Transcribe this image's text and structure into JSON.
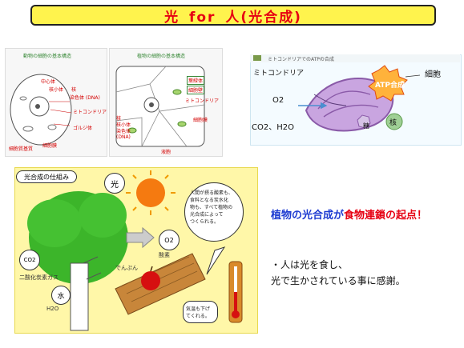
{
  "title": {
    "kanji_light": "光",
    "for": "for",
    "kanji_person": "人",
    "paren": "(光合成)"
  },
  "animal_cell": {
    "heading": "動物の細胞の基本構造",
    "labels": {
      "centrosome": "中心体",
      "nucleolus": "核小体",
      "nucleus": "核",
      "chromosome": "染色体 (DNA)",
      "mitochondria": "ミトコンドリア",
      "golgi": "ゴルジ体",
      "membrane": "細胞膜",
      "cytoplasm": "細胞質基質"
    }
  },
  "plant_cell": {
    "heading": "植物の細胞の基本構造",
    "labels": {
      "chloroplast": "葉緑体",
      "cell_wall": "細胞壁",
      "mitochondria": "ミトコンドリア",
      "nucleus": "核",
      "nucleolus": "核小体",
      "chromosome": "染色体 (DNA)",
      "membrane": "細胞膜",
      "vacuole": "液胞"
    }
  },
  "mitochondria_figure": {
    "caption": "ミトコンドリアでのATPの合成",
    "mitochondria": "ミトコンドリア",
    "cell": "細胞",
    "atp": "ATP合成",
    "o2": "O2",
    "co2_h2o": "CO2、H2O",
    "sugar": "糖",
    "nucleus": "核"
  },
  "photosynthesis_panel": {
    "heading": "光合成の仕組み",
    "light": "光",
    "co2": "CO2",
    "co2_label": "二酸化炭素ガス",
    "water": "水",
    "h2o": "H2O",
    "o2": "O2",
    "oxygen": "酸素",
    "starch": "でんぷん",
    "speech_lines": [
      "人間が摂る酸素も、",
      "食料となる炭水化",
      "物も、すべて植物の",
      "光合成によって",
      "つくられる。"
    ],
    "thermo_lines": [
      "気温も下げ",
      "てくれる。"
    ]
  },
  "main_statement": {
    "part1": "植物の光合成が",
    "part2": "食物連鎖の起点！"
  },
  "gratitude": {
    "line1": "・人は光を食し、",
    "line2": "光で生かされている事に感謝。"
  },
  "colors": {
    "title_bg": "#fff34d",
    "title_text": "#e60012",
    "accent_red": "#e60012",
    "accent_blue": "#1d3bd1",
    "panel_yellow": "#fff7a8"
  }
}
